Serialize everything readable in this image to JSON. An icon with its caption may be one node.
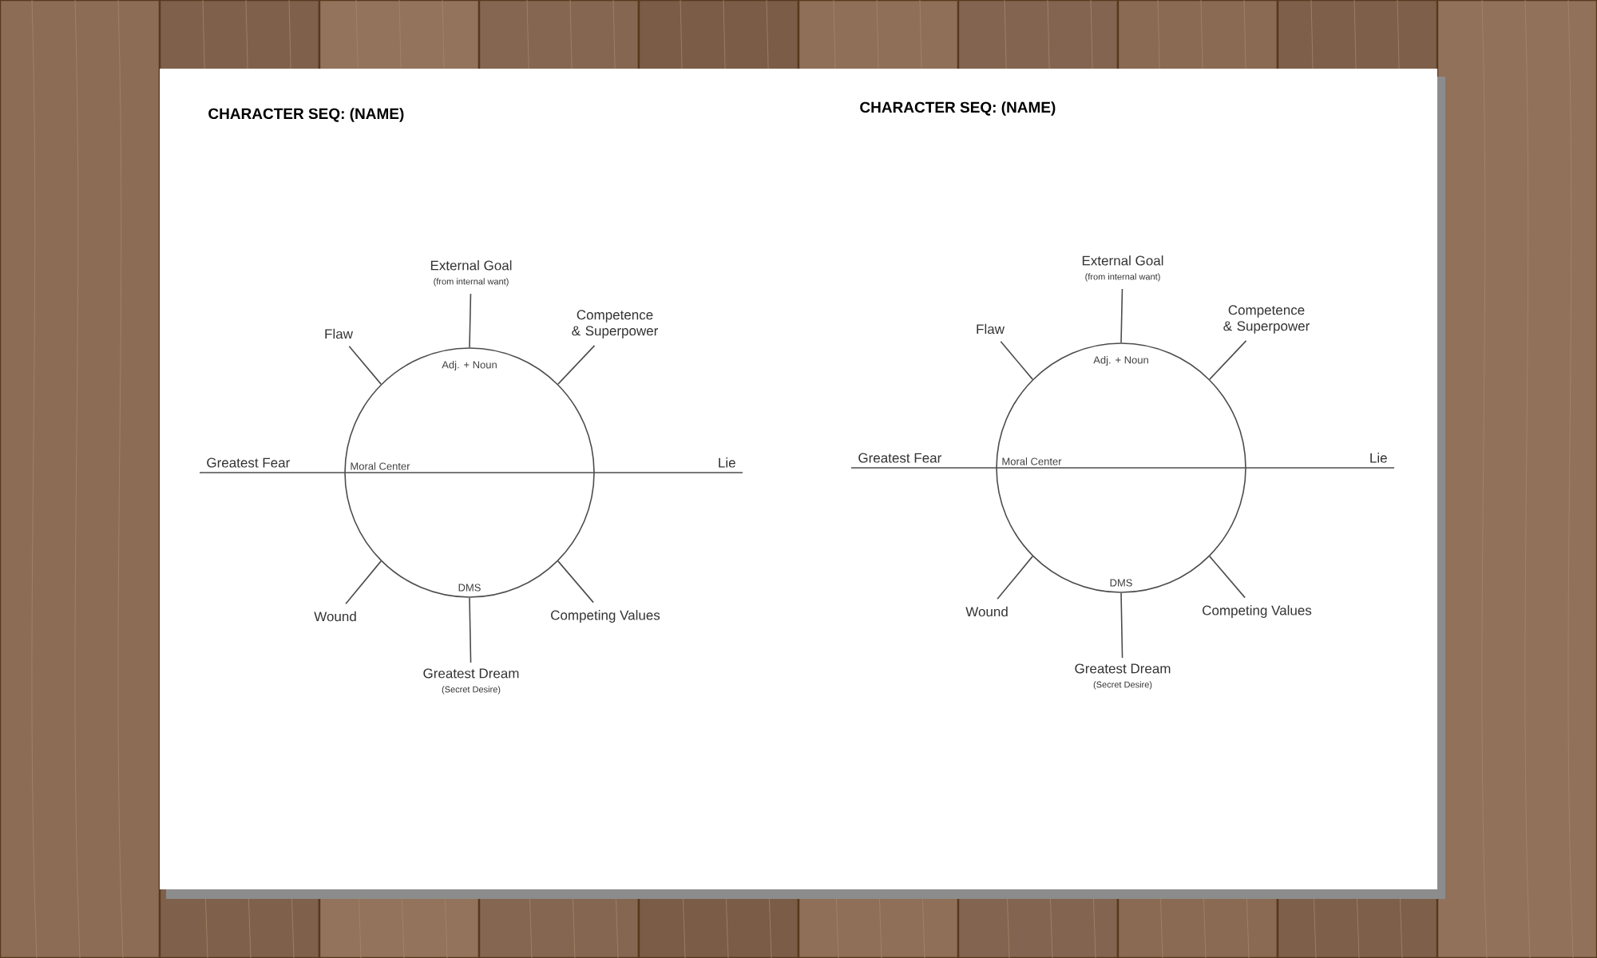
{
  "diagram": {
    "nodes": [
      {
        "text": [
          "Adj. + Noun",
          "Moral Center",
          "DMS"
        ]
      },
      {
        "text": [
          "External Goal",
          "(from internal want)"
        ]
      },
      {
        "text": [
          "Competence & Superpower"
        ]
      },
      {
        "text": [
          "Flaw"
        ]
      },
      {
        "text": [
          "Greatest Fear"
        ]
      },
      {
        "text": [
          "Lie"
        ]
      },
      {
        "text": [
          "Wound"
        ]
      },
      {
        "text": [
          "Competing Values"
        ]
      },
      {
        "text": [
          "Greatest Dream",
          "(Secret Desire)"
        ]
      },
      {
        "text": [
          "Adj. + Noun",
          "Moral Center",
          "DMS"
        ]
      },
      {
        "text": [
          "External Goal",
          "(from internal want)"
        ]
      },
      {
        "text": [
          "Competence & Superpower"
        ]
      },
      {
        "text": [
          "Flaw"
        ]
      },
      {
        "text": [
          "Greatest Fear"
        ]
      },
      {
        "text": [
          "Lie"
        ]
      },
      {
        "text": [
          "Wound"
        ]
      },
      {
        "text": [
          "Competing Values"
        ]
      },
      {
        "text": [
          "Greatest Dream",
          "(Secret Desire)"
        ]
      }
    ],
    "edges": [
      {
        "from": 1,
        "to": 0,
        "arrow": "none"
      },
      {
        "from": 2,
        "to": 0,
        "arrow": "none"
      },
      {
        "from": 3,
        "to": 0,
        "arrow": "none"
      },
      {
        "from": 4,
        "to": 0,
        "arrow": "none"
      },
      {
        "from": 5,
        "to": 0,
        "arrow": "none"
      },
      {
        "from": 6,
        "to": 0,
        "arrow": "none"
      },
      {
        "from": 7,
        "to": 0,
        "arrow": "none"
      },
      {
        "from": 8,
        "to": 0,
        "arrow": "none"
      },
      {
        "from": 10,
        "to": 9,
        "arrow": "none"
      },
      {
        "from": 11,
        "to": 9,
        "arrow": "none"
      },
      {
        "from": 12,
        "to": 9,
        "arrow": "none"
      },
      {
        "from": 13,
        "to": 9,
        "arrow": "none"
      },
      {
        "from": 14,
        "to": 9,
        "arrow": "none"
      },
      {
        "from": 15,
        "to": 9,
        "arrow": "none"
      },
      {
        "from": 16,
        "to": 9,
        "arrow": "none"
      },
      {
        "from": 17,
        "to": 9,
        "arrow": "none"
      }
    ],
    "labels": [
      "CHARACTER SEQ: (NAME)",
      "CHARACTER SEQ: (NAME)"
    ]
  }
}
